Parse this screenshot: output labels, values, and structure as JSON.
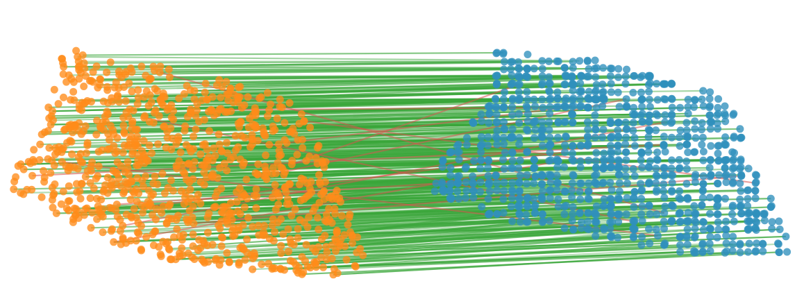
{
  "figure": {
    "kind": "point-cloud-correspondence",
    "background": "#ffffff"
  },
  "colors": {
    "source_points": "#ff8c1a",
    "target_points": "#2f8fbd",
    "correct_match": "#3aa63a",
    "incorrect_match": "#d9534f"
  },
  "clouds": {
    "source": {
      "name": "",
      "count": 900
    },
    "target": {
      "name": "",
      "count": 1000
    }
  },
  "matches": {
    "correct_count": 420,
    "incorrect_count": 14
  }
}
